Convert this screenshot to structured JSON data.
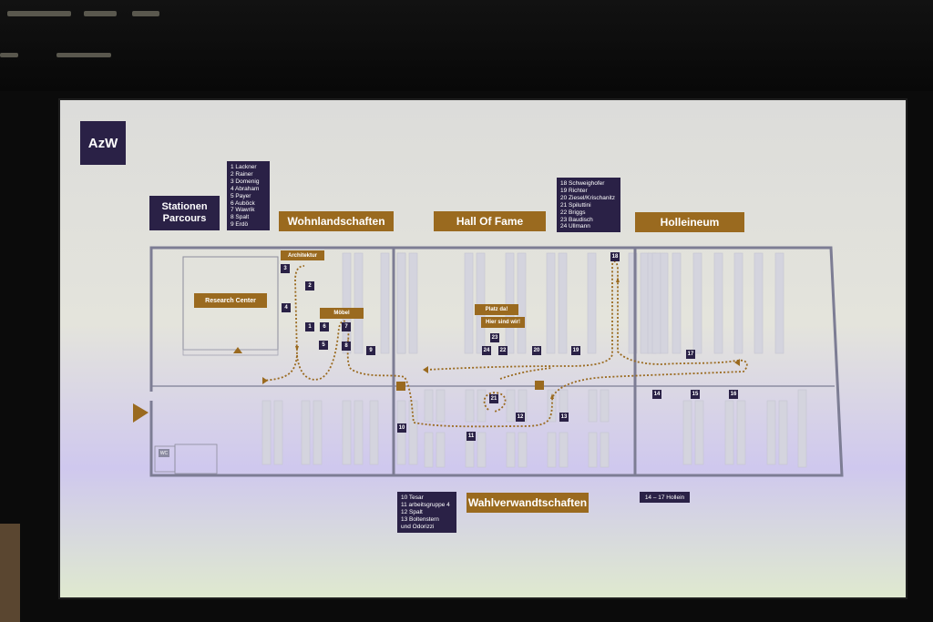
{
  "logo": "AzW",
  "stationen": "Stationen Parcours",
  "sections": {
    "wohnlandschaften": "Wohnlandschaften",
    "hall_of_fame": "Hall Of Fame",
    "holleineum": "Holleineum",
    "wahlverwandtschaften": "Wahlverwandtschaften"
  },
  "legend_left": [
    "1  Lackner",
    "2  Rainer",
    "3  Domenig",
    "4  Abraham",
    "5  Payer",
    "6  Auböck",
    "7  Wawrik",
    "8  Spalt",
    "9  Erdö"
  ],
  "legend_right": [
    "18  Schweighofer",
    "19  Richter",
    "20  Ziesel/Krischanitz",
    "21  Spiluttini",
    "22  Briggs",
    "23  Baudisch",
    "24  Ullmann"
  ],
  "legend_bottom": [
    "10  Tesar",
    "11  arbeitsgruppe 4",
    "12  Spalt",
    "13  Boltenstern",
    "     und Odorizzi"
  ],
  "legend_holl": "14 – 17  Hollein",
  "tags": {
    "research_center": "Research Center",
    "architektur": "Architektur",
    "moebel": "Möbel",
    "platz_da": "Platz da!",
    "hier_sind_wir": "Hier sind wir!"
  },
  "stations": [
    "1",
    "2",
    "3",
    "4",
    "5",
    "6",
    "7",
    "8",
    "9",
    "10",
    "11",
    "12",
    "13",
    "14",
    "15",
    "16",
    "17",
    "18",
    "19",
    "20",
    "21",
    "22",
    "23",
    "24"
  ],
  "icons": {
    "wc": "WC"
  },
  "colors": {
    "navy": "#2a2146",
    "brown": "#9a6a1f",
    "wall": "#7d7d94"
  }
}
